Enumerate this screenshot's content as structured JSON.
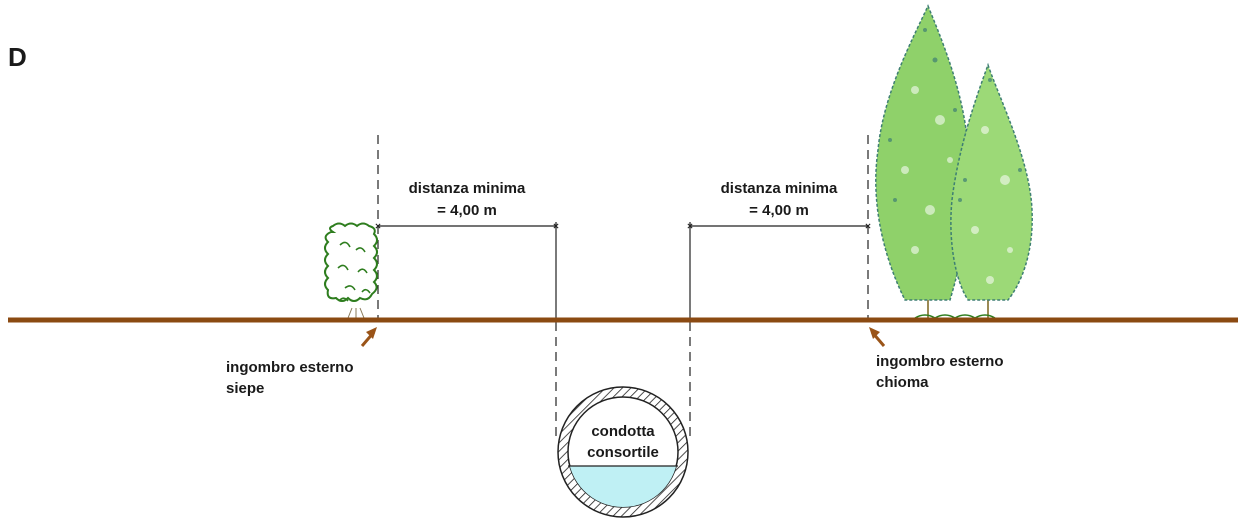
{
  "panel_letter": "D",
  "left_dimension": {
    "line1": "distanza minima",
    "line2": "= 4,00 m"
  },
  "right_dimension": {
    "line1": "distanza minima",
    "line2": "= 4,00 m"
  },
  "hedge_label": {
    "line1": "ingombro esterno",
    "line2": "siepe"
  },
  "crown_label": {
    "line1": "ingombro esterno",
    "line2": "chioma"
  },
  "pipe_label": {
    "line1": "condotta",
    "line2": "consortile"
  },
  "colors": {
    "ground": "#8B4A12",
    "arrow": "#9A5418",
    "water": "#BFF0F4",
    "hedge": "#2E7D1E",
    "tree_light": "#8FD16A",
    "tree_dark": "#3E7F73",
    "line": "#222222"
  }
}
